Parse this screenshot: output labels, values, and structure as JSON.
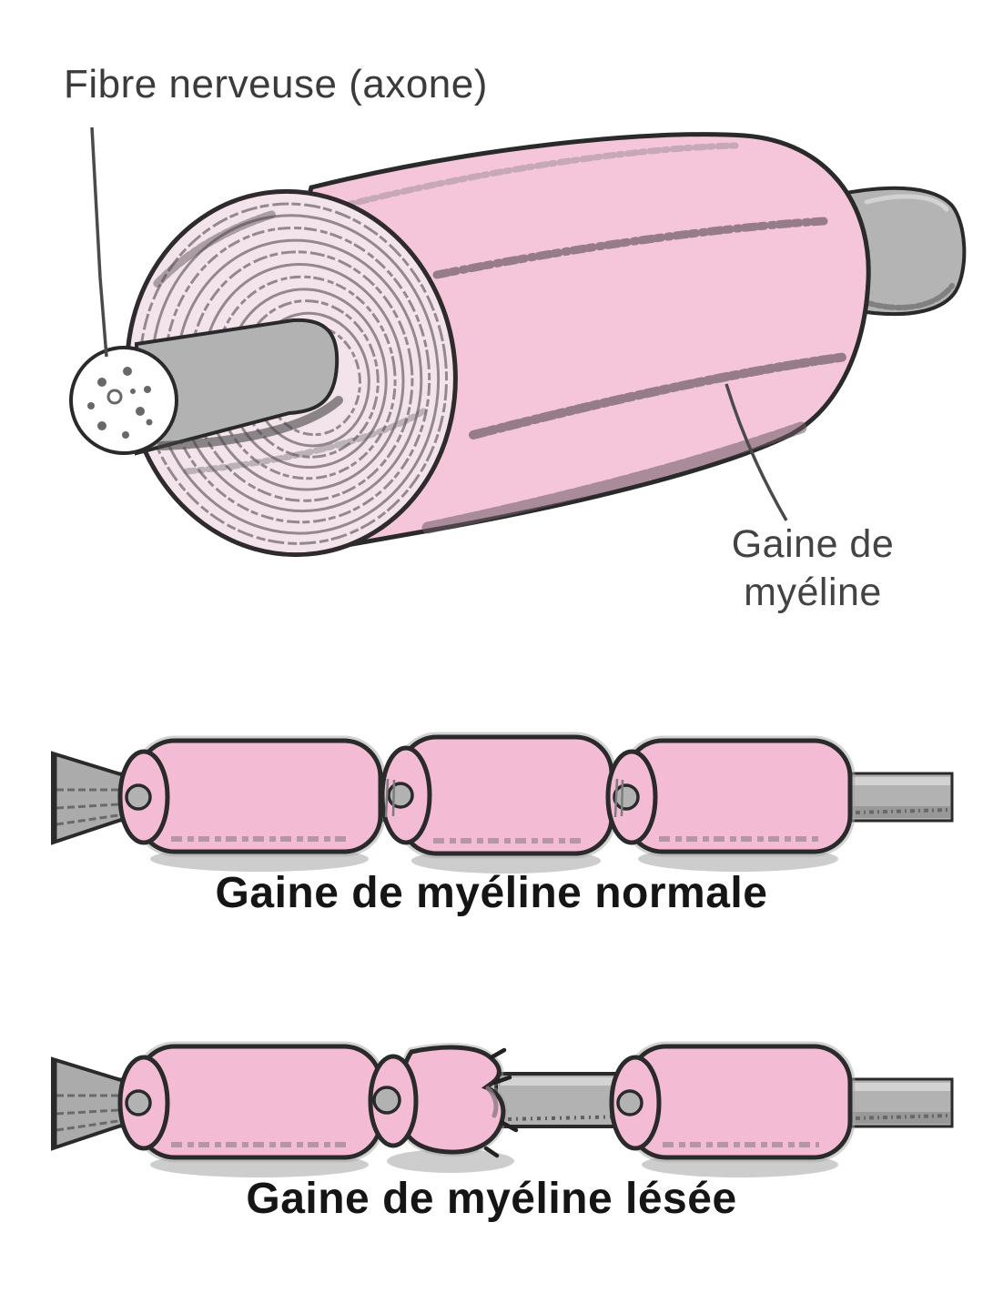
{
  "diagram": {
    "axon_label": "Fibre nerveuse (axone)",
    "myelin_sheath_label": {
      "line1": "Gaine de",
      "line2": "myéline"
    },
    "caption_normal": "Gaine de myéline normale",
    "caption_damaged": "Gaine de myéline lésée",
    "colors": {
      "background": "#ffffff",
      "myelin_pink": "#f5c6da",
      "myelin_segment_pink": "#f3bcd4",
      "coil_face_pink": "#f2e4ea",
      "coil_ring_gray": "#95878e",
      "axon_gray": "#b2b2b2",
      "outline_dark": "#2a2a2a",
      "label_gray": "#3b3b3b",
      "caption_black": "#151515"
    }
  }
}
